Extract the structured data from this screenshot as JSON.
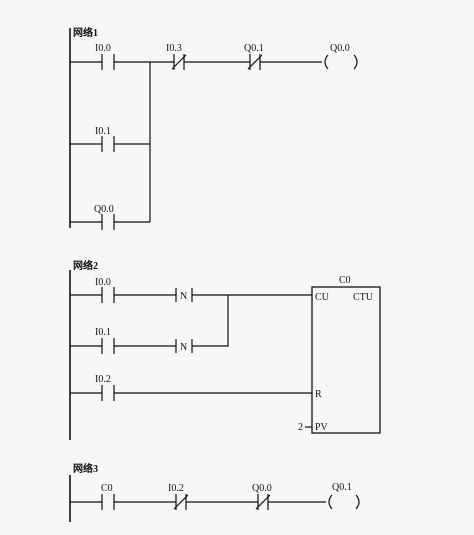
{
  "networks": [
    {
      "title": "网络1",
      "contacts": [
        {
          "label": "I0.0",
          "kind": "NO"
        },
        {
          "label": "I0.3",
          "kind": "NC"
        },
        {
          "label": "Q0.1",
          "kind": "NC"
        },
        {
          "label": "I0.1",
          "kind": "NO"
        },
        {
          "label": "Q0.0",
          "kind": "NO"
        }
      ],
      "coil": {
        "label": "Q0.0"
      }
    },
    {
      "title": "网络2",
      "contacts": [
        {
          "label": "I0.0",
          "kind": "NO"
        },
        {
          "label": "I0.1",
          "kind": "NO"
        },
        {
          "label": "I0.2",
          "kind": "NO"
        }
      ],
      "edge": "N",
      "counter": {
        "name": "C0",
        "type": "CTU",
        "in_cu": "CU",
        "in_r": "R",
        "in_pv": "PV",
        "pv_value": "2"
      }
    },
    {
      "title": "网络3",
      "contacts": [
        {
          "label": "C0",
          "kind": "NO"
        },
        {
          "label": "I0.2",
          "kind": "NC"
        },
        {
          "label": "Q0.0",
          "kind": "NC"
        }
      ],
      "coil": {
        "label": "Q0.1"
      }
    }
  ]
}
